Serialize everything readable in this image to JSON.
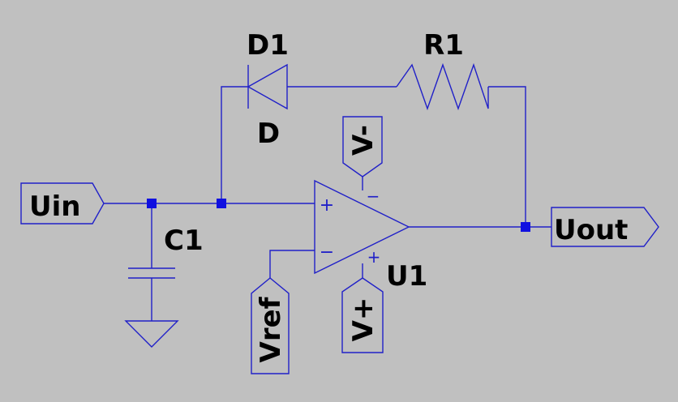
{
  "colors": {
    "background": "#c0c0c0",
    "wire": "#2020c8",
    "junction": "#1010e0",
    "label_text": "#000000"
  },
  "components": {
    "diode": {
      "ref": "D1",
      "value": "D"
    },
    "resistor": {
      "ref": "R1"
    },
    "capacitor": {
      "ref": "C1"
    },
    "opamp": {
      "ref": "U1",
      "plus_sign": "+",
      "minus_sign": "−"
    }
  },
  "ports": {
    "input": "Uin",
    "output": "Uout",
    "reference": "Vref",
    "supply_negative": "V-",
    "supply_positive": "V+"
  },
  "icons": {
    "ground": "ground-icon",
    "junction": "junction-dot"
  }
}
